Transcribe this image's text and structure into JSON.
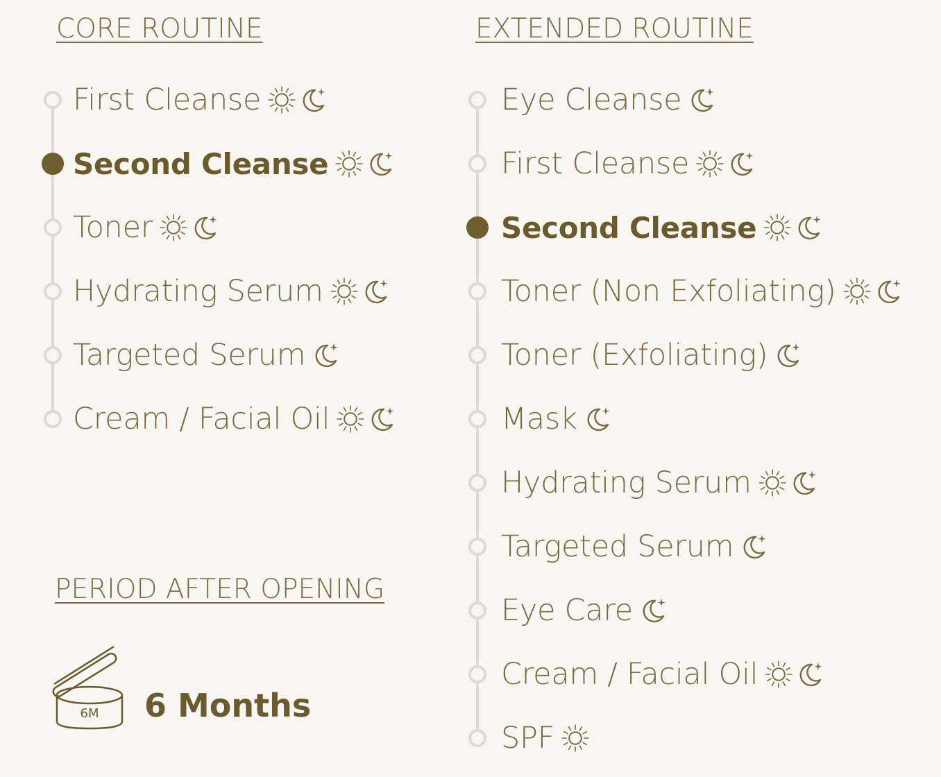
{
  "core": {
    "heading": "CORE ROUTINE",
    "active_index": 1,
    "steps": [
      {
        "label": "First Cleanse",
        "icons": [
          "sun-icon",
          "moon-icon"
        ]
      },
      {
        "label": "Second Cleanse",
        "icons": [
          "sun-icon",
          "moon-icon"
        ]
      },
      {
        "label": "Toner",
        "icons": [
          "sun-icon",
          "moon-icon"
        ]
      },
      {
        "label": "Hydrating Serum",
        "icons": [
          "sun-icon",
          "moon-icon"
        ]
      },
      {
        "label": "Targeted Serum",
        "icons": [
          "moon-icon"
        ]
      },
      {
        "label": "Cream / Facial Oil",
        "icons": [
          "sun-icon",
          "moon-icon"
        ]
      }
    ]
  },
  "extended": {
    "heading": "EXTENDED ROUTINE",
    "active_index": 2,
    "steps": [
      {
        "label": "Eye Cleanse",
        "icons": [
          "moon-icon"
        ]
      },
      {
        "label": "First Cleanse",
        "icons": [
          "sun-icon",
          "moon-icon"
        ]
      },
      {
        "label": "Second Cleanse",
        "icons": [
          "sun-icon",
          "moon-icon"
        ]
      },
      {
        "label": "Toner (Non Exfoliating)",
        "icons": [
          "sun-icon",
          "moon-icon"
        ]
      },
      {
        "label": "Toner (Exfoliating)",
        "icons": [
          "moon-icon"
        ]
      },
      {
        "label": "Mask",
        "icons": [
          "moon-icon"
        ]
      },
      {
        "label": "Hydrating Serum",
        "icons": [
          "sun-icon",
          "moon-icon"
        ]
      },
      {
        "label": "Targeted Serum",
        "icons": [
          "moon-icon"
        ]
      },
      {
        "label": "Eye Care",
        "icons": [
          "moon-icon"
        ]
      },
      {
        "label": "Cream / Facial Oil",
        "icons": [
          "sun-icon",
          "moon-icon"
        ]
      },
      {
        "label": "SPF",
        "icons": [
          "sun-icon"
        ]
      }
    ]
  },
  "pao": {
    "heading": "PERIOD AFTER OPENING",
    "jar_label": "6M",
    "value": "6 Months",
    "icon": "open-jar-icon"
  },
  "colors": {
    "background": "#f8f6f2",
    "text": "#7a6a3e",
    "accent": "#6a5a2c",
    "rail": "#dcdad6"
  }
}
